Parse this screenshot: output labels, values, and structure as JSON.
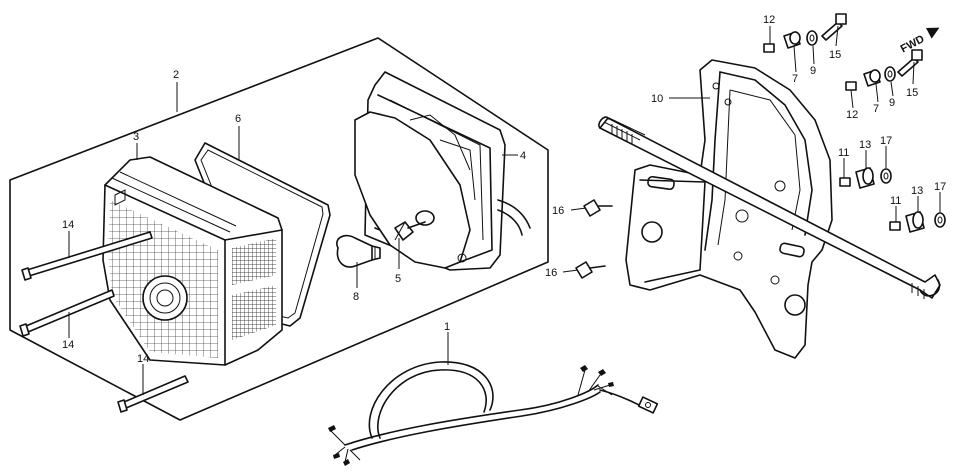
{
  "labels": {
    "p1": "1",
    "p2": "2",
    "p3": "3",
    "p4": "4",
    "p5": "5",
    "p6": "6",
    "p8": "8",
    "p10": "10",
    "p7a": "7",
    "p7b": "7",
    "p9a": "9",
    "p9b": "9",
    "p11a": "11",
    "p11b": "11",
    "p12a": "12",
    "p12b": "12",
    "p13a": "13",
    "p13b": "13",
    "p14a": "14",
    "p14b": "14",
    "p14c": "14",
    "p15a": "15",
    "p15b": "15",
    "p16a": "16",
    "p16b": "16",
    "p17a": "17",
    "p17b": "17"
  },
  "direction_marker": "FWD"
}
